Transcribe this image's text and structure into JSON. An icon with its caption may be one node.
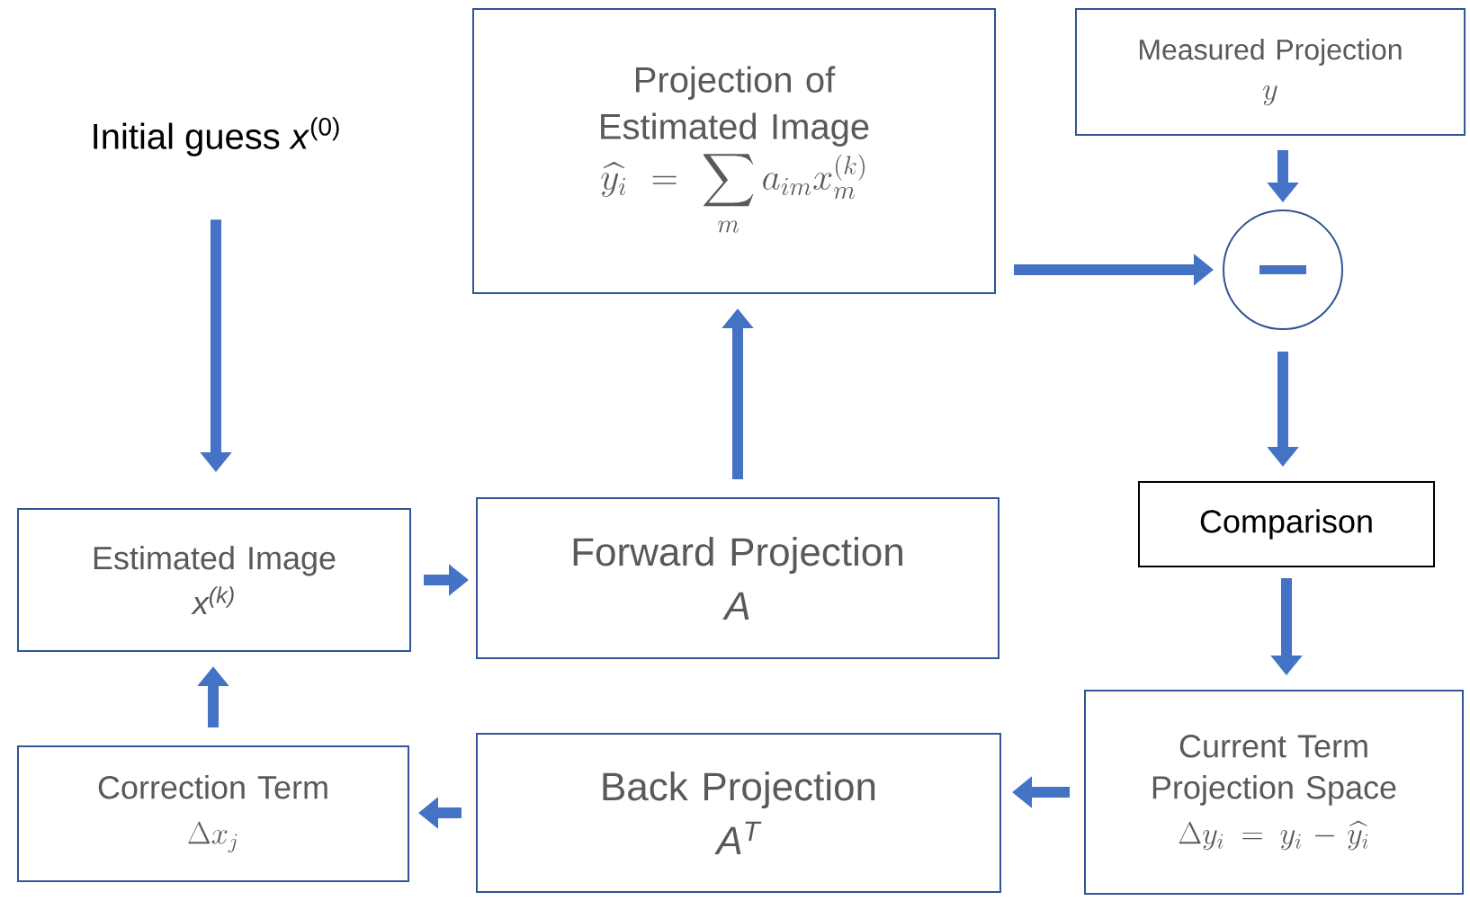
{
  "diagram": {
    "nodes": [
      {
        "text": [
          "Initial guess *x*$^{(0)}$"
        ]
      },
      {
        "text": [
          "Projection of Estimated Image",
          "\\widehat{y_i} = \\sum_m a_{im} x_m^{(k)}"
        ]
      },
      {
        "text": [
          "Measured Projection",
          "y"
        ]
      },
      {
        "text": [],
        "shape": "circle"
      },
      {
        "text": [
          "Comparison"
        ]
      },
      {
        "text": [
          "Estimated Image",
          "x$^{(k)}$"
        ]
      },
      {
        "text": [
          "Forward Projection",
          "A"
        ]
      },
      {
        "text": [
          "Correction Term",
          "\\Delta x_j"
        ]
      },
      {
        "text": [
          "Back Projection",
          "A$^{T}$"
        ]
      },
      {
        "text": [
          "Current Term Projection Space",
          "\\Delta y_i = y_i - \\widehat{y_i}"
        ]
      }
    ],
    "edges": [
      {
        "from": 0,
        "to": 5,
        "arrow": "to"
      },
      {
        "from": 6,
        "to": 1,
        "arrow": "to"
      },
      {
        "from": 1,
        "to": 3,
        "arrow": "to"
      },
      {
        "from": 2,
        "to": 3,
        "arrow": "to"
      },
      {
        "from": 3,
        "to": 4,
        "arrow": "to"
      },
      {
        "from": 4,
        "to": 9,
        "arrow": "to"
      },
      {
        "from": 9,
        "to": 8,
        "arrow": "to"
      },
      {
        "from": 8,
        "to": 7,
        "arrow": "to"
      },
      {
        "from": 7,
        "to": 5,
        "arrow": "to"
      },
      {
        "from": 5,
        "to": 6,
        "arrow": "to"
      }
    ]
  }
}
